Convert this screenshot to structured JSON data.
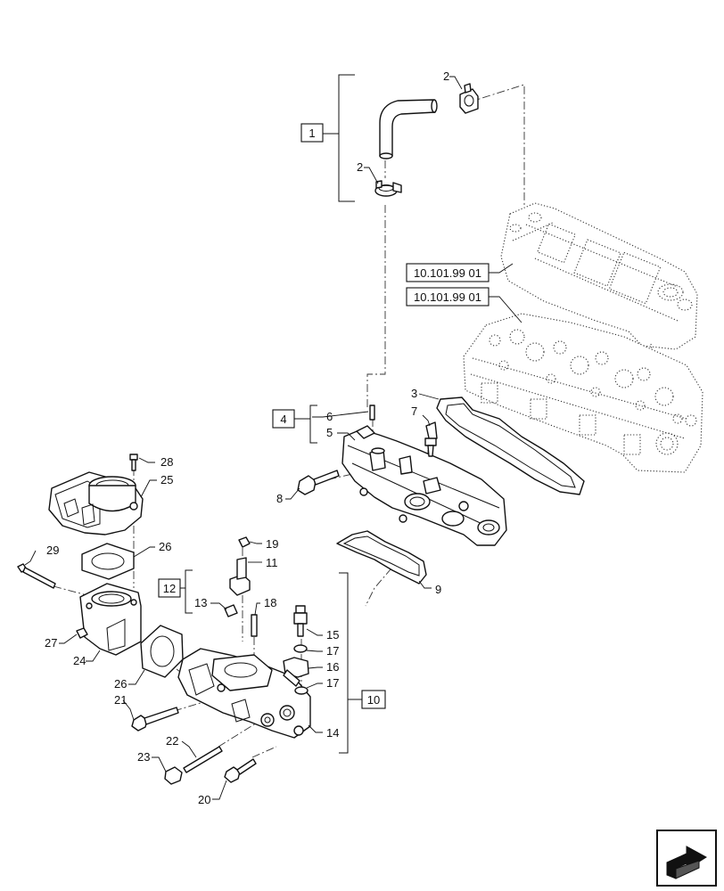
{
  "groups": {
    "g1": "1",
    "g4": "4",
    "g10": "10",
    "g12": "12"
  },
  "refs": {
    "ref_cover": "10.101.99 01",
    "ref_head": "10.101.99 01"
  },
  "callouts": {
    "c2a": "2",
    "c2b": "2",
    "c3": "3",
    "c5": "5",
    "c6": "6",
    "c7": "7",
    "c8": "8",
    "c9": "9",
    "c11": "11",
    "c13": "13",
    "c14": "14",
    "c15": "15",
    "c16": "16",
    "c17a": "17",
    "c17b": "17",
    "c18": "18",
    "c19": "19",
    "c20": "20",
    "c21": "21",
    "c22": "22",
    "c23": "23",
    "c24": "24",
    "c25": "25",
    "c26a": "26",
    "c26b": "26",
    "c27": "27",
    "c28": "28",
    "c29": "29"
  },
  "icons": {
    "nav": "next-page-arrow-icon"
  }
}
